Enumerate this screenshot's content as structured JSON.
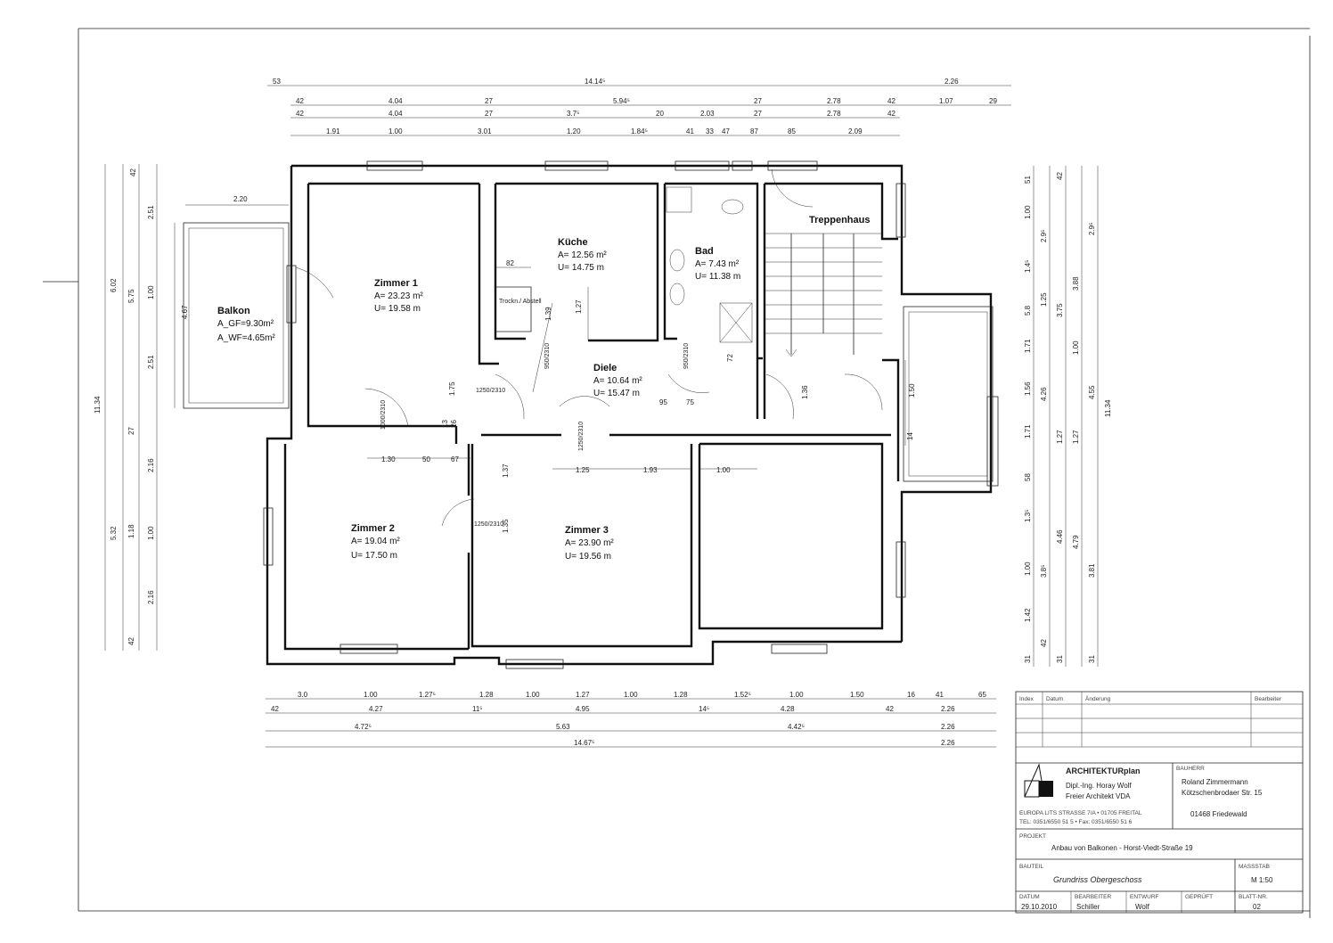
{
  "rooms": {
    "zimmer1": {
      "name": "Zimmer 1",
      "area": "A= 23.23 m²",
      "perimeter": "U= 19.58 m"
    },
    "kueche": {
      "name": "Küche",
      "area": "A= 12.56 m²",
      "perimeter": "U= 14.75 m"
    },
    "bad": {
      "name": "Bad",
      "area": "A= 7.43 m²",
      "perimeter": "U= 11.38 m"
    },
    "treppenhaus": {
      "name": "Treppenhaus"
    },
    "balkon": {
      "name": "Balkon",
      "area_gf": "A_GF=9.30m²",
      "area_wf": "A_WF=4.65m²"
    },
    "diele": {
      "name": "Diele",
      "area": "A= 10.64 m²",
      "perimeter": "U= 15.47 m"
    },
    "zimmer2": {
      "name": "Zimmer 2",
      "area": "A= 19.04 m²",
      "perimeter": "U= 17.50 m"
    },
    "zimmer3": {
      "name": "Zimmer 3",
      "area": "A= 23.90 m²",
      "perimeter": "U= 19.56 m"
    },
    "abstell": {
      "name": "Trockn./ Abstell"
    }
  },
  "dims": {
    "top1": [
      "53",
      "14.14⁵",
      "2.26"
    ],
    "top2": [
      "42",
      "4.04",
      "27",
      "5.94⁵",
      "27",
      "2.78",
      "42",
      "1.07",
      "29"
    ],
    "top3": [
      "42",
      "4.04",
      "27",
      "3.7⁵",
      "20",
      "2.03",
      "27",
      "2.78",
      "42"
    ],
    "top4": [
      "1.91",
      "1.00",
      "3.01",
      "1.20",
      "1.84⁵",
      "41",
      "33",
      "47",
      "87",
      "85",
      "2.09"
    ],
    "bottom1": [
      "3.0",
      "1.00",
      "1.27⁵",
      "1.28",
      "1.00",
      "1.27",
      "1.00",
      "1.28",
      "1.52⁵",
      "1.00",
      "1.50",
      "16",
      "41",
      "65"
    ],
    "bottom2": [
      "42",
      "4.27",
      "11⁵",
      "4.95",
      "14⁵",
      "4.28",
      "42",
      "2.26"
    ],
    "bottom3": [
      "4.72⁵",
      "5.63",
      "4.42⁵",
      "2.26"
    ],
    "bottom4": [
      "14.67⁵",
      "2.26"
    ],
    "left": [
      "42",
      "2.51",
      "6.02",
      "5.75",
      "1.00",
      "4.67",
      "2.51",
      "11.34",
      "27",
      "2.16",
      "5.32",
      "1.18",
      "1.00",
      "2.16",
      "42"
    ],
    "right": [
      "51",
      "42",
      "1.00",
      "2.9⁵",
      "2.9⁵",
      "1.4⁵",
      "3.88",
      "1.25",
      "3.75",
      "5.8",
      "1.71",
      "1.00",
      "4.26",
      "4.55",
      "11.34",
      "1.56",
      "1.71",
      "1.27",
      "1.27",
      "58",
      "1.3⁵",
      "4.46",
      "4.79",
      "1.00",
      "3.8⁵",
      "3.81",
      "1.42",
      "31",
      "42",
      "31",
      "31"
    ],
    "interior": [
      "82",
      "1.27",
      "2.20",
      "1.50",
      "1.30",
      "50",
      "67",
      "1.25",
      "1.93",
      "1.00",
      "1.37",
      "1.35",
      "1.75",
      "1.36",
      "75",
      "72",
      "26",
      "13",
      "14",
      "95",
      "1.39"
    ],
    "doors": [
      "1250/2310",
      "1000/2310",
      "950/2310",
      "950/2310",
      "1250/2310",
      "1250/2310"
    ]
  },
  "titleblock": {
    "rev_headers": [
      "Index",
      "Datum",
      "Änderung",
      "Bearbeiter"
    ],
    "firm": "ARCHITEKTURplan",
    "architect": "Dipl.-Ing. Horay Wolf",
    "architect2": "Freier Architekt VDA",
    "address": "EUROPA LITS STRASSE 7/A • 01705 FREITAL",
    "phone": "TEL: 0351/6550 51 5 • Fax: 0351/6550 51 6",
    "client_label": "BAUHERR",
    "client": "Roland Zimmermann",
    "client_street": "Kötzschenbrodaer Str. 15",
    "client_city": "01468 Friedewald",
    "project_label": "PROJEKT",
    "project": "Anbau von Balkonen - Horst-Viedt-Straße 19",
    "part_label": "BAUTEIL",
    "part": "Grundriss Obergeschoss",
    "scale_label": "MASSSTAB",
    "scale": "M 1:50",
    "date_label": "DATUM",
    "date": "29.10.2010",
    "editor_label": "BEARBEITER",
    "editor": "Schiller",
    "design_label": "ENTWURF",
    "design": "Wolf",
    "checked_label": "GEPRÜFT",
    "sheet_label": "BLATT-NR.",
    "sheet": "02"
  }
}
